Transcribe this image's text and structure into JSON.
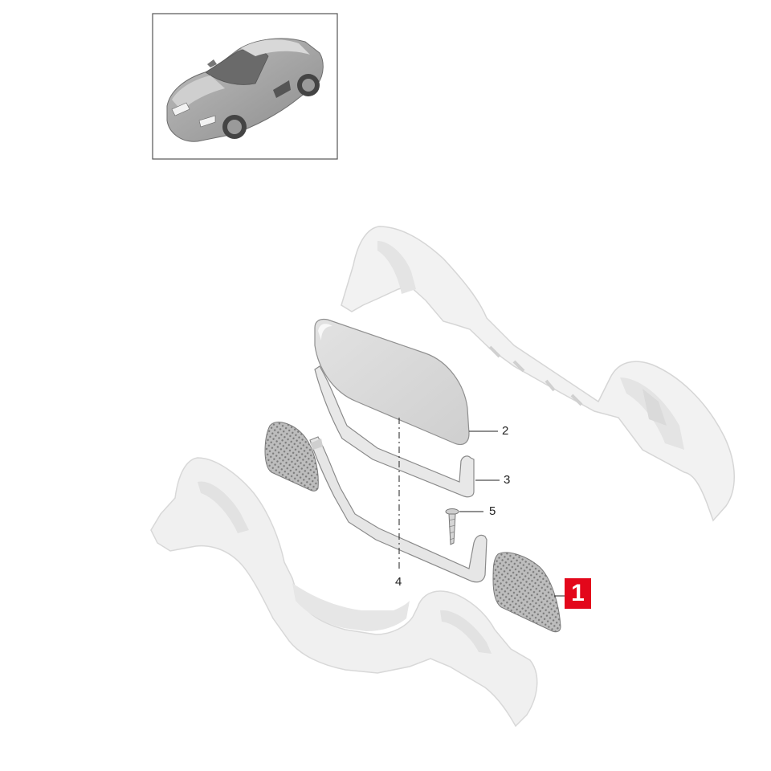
{
  "diagram": {
    "callouts": [
      {
        "id": "1",
        "label": "1",
        "highlighted": true
      },
      {
        "id": "2",
        "label": "2"
      },
      {
        "id": "3",
        "label": "3"
      },
      {
        "id": "4",
        "label": "4"
      },
      {
        "id": "5",
        "label": "5"
      }
    ],
    "colors": {
      "highlight": "#e3071b",
      "panel": "#f0f0f0",
      "outline": "#d8d8d8",
      "leader": "#222222"
    }
  }
}
